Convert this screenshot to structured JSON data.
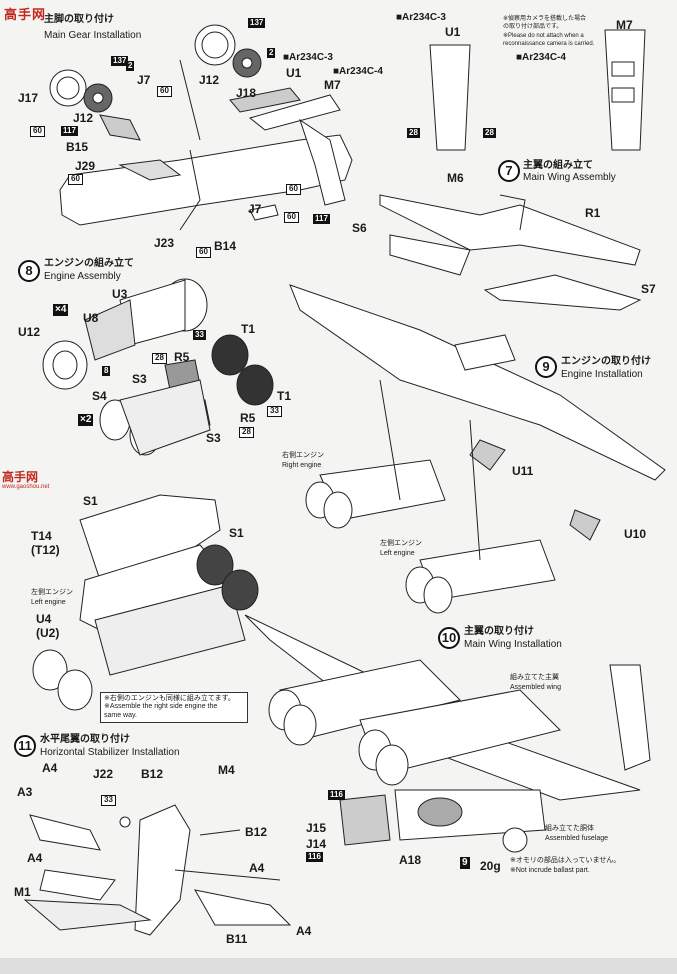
{
  "watermark": {
    "main": "高手网",
    "side": "高手网",
    "side_small": "www.gaoshou.net"
  },
  "steps": {
    "s6": {
      "jp": "主脚の取り付け",
      "en": "Main Gear Installation"
    },
    "s7": {
      "num": "7",
      "jp": "主翼の組み立て",
      "en": "Main Wing Assembly"
    },
    "s8": {
      "num": "8",
      "jp": "エンジンの組み立て",
      "en": "Engine Assembly"
    },
    "s9": {
      "num": "9",
      "jp": "エンジンの取り付け",
      "en": "Engine Installation"
    },
    "s10": {
      "num": "10",
      "jp": "主翼の取り付け",
      "en": "Main Wing Installation"
    },
    "s11": {
      "num": "11",
      "jp": "水平尾翼の取り付け",
      "en": "Horizontal Stabilizer Installation"
    }
  },
  "parts": {
    "n137a": "137",
    "n2a": "2",
    "j12a": "J12",
    "u1a": "U1",
    "j18": "J18",
    "m7a": "M7",
    "n137b": "137",
    "n2b": "2",
    "j7a": "J7",
    "n60a": "60",
    "j17": "J17",
    "j12b": "J12",
    "n60b": "60",
    "n117a": "117",
    "b15": "B15",
    "j29": "J29",
    "n60c": "60",
    "n60d": "60",
    "n60e": "60",
    "n117b": "117",
    "j7b": "J7",
    "j23": "J23",
    "b14": "B14",
    "n60f": "60",
    "u1b": "U1",
    "m7b": "M7",
    "n28a": "28",
    "n28b": "28",
    "m6": "M6",
    "r1": "R1",
    "s6": "S6",
    "s7": "S7",
    "x4": "×4",
    "u3": "U3",
    "u8": "U8",
    "u12": "U12",
    "n8": "8",
    "t1a": "T1",
    "n33a": "33",
    "r5a": "R5",
    "n28c": "28",
    "s3a": "S3",
    "s4": "S4",
    "x2": "×2",
    "t1b": "T1",
    "n33b": "33",
    "r5b": "R5",
    "n28d": "28",
    "s3b": "S3",
    "u11": "U11",
    "u10": "U10",
    "s1a": "S1",
    "t14": "T14",
    "t12": "(T12)",
    "s1b": "S1",
    "u4": "U4",
    "u2": "(U2)",
    "a4a": "A4",
    "j22": "J22",
    "b12a": "B12",
    "m4": "M4",
    "a3": "A3",
    "n33c": "33",
    "b12b": "B12",
    "a4b": "A4",
    "m1": "M1",
    "a4c": "A4",
    "b11": "B11",
    "a4d": "A4",
    "n116a": "116",
    "j15": "J15",
    "j14": "J14",
    "n116b": "116",
    "a18": "A18",
    "ballast_num": "9",
    "ballast": "20g"
  },
  "variants": {
    "c3a": "■Ar234C-3",
    "c4a": "■Ar234C-4",
    "c3b": "■Ar234C-3",
    "c4b": "■Ar234C-4"
  },
  "camera_note": [
    "※偵察用カメラを搭載した場合",
    "の取り付け部品です。",
    "※Please do not attach when a",
    "reconnaissance camera is carried."
  ],
  "labels": {
    "right_engine_jp": "右側エンジン",
    "right_engine_en": "Right engine",
    "left_engine_jp": "左側エンジン",
    "left_engine_en": "Left engine",
    "left_engine2_jp": "左側エンジン",
    "left_engine2_en": "Left engine",
    "assembled_wing_jp": "組み立てた主翼",
    "assembled_wing_en": "Assembled wing",
    "assembled_fuselage_jp": "組み立てた胴体",
    "assembled_fuselage_en": "Assembled fuselage",
    "ballast_jp": "※オモリの部品は入っていません。",
    "ballast_en": "※Not incrude ballast part."
  },
  "engine_note": [
    "※右側のエンジンも同様に組み立てます。",
    "※Assemble the right side engine the",
    "same way."
  ]
}
